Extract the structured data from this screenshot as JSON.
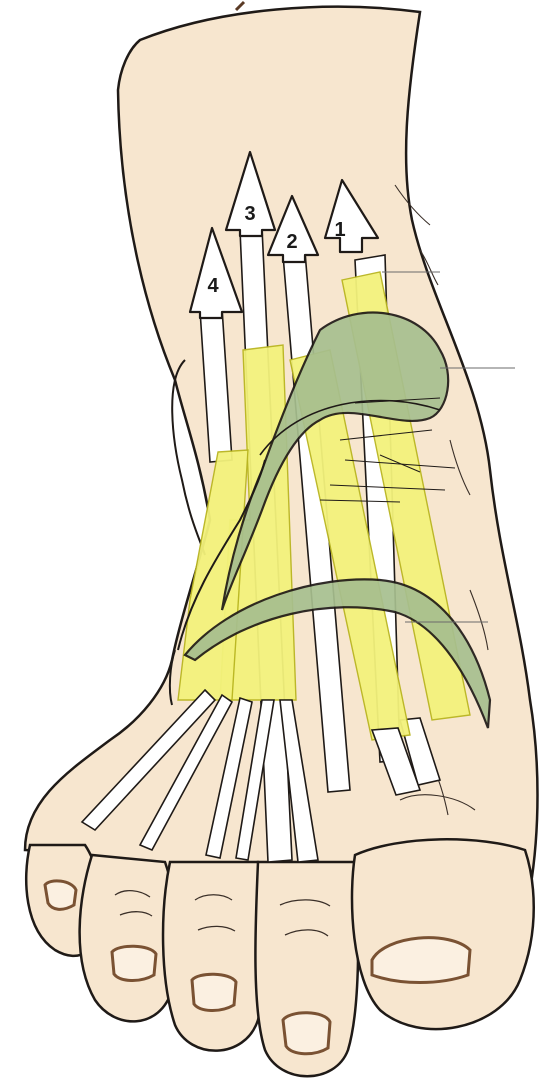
{
  "diagram": {
    "labels": [
      {
        "id": "1",
        "text": "1"
      },
      {
        "id": "2",
        "text": "2"
      },
      {
        "id": "3",
        "text": "3"
      },
      {
        "id": "4",
        "text": "4"
      }
    ]
  },
  "colors": {
    "skin": "#f7e6cf",
    "outline": "#1f1a17",
    "tendon_sheath": "#f3f27c",
    "retinaculum": "#a7bf8f",
    "tendon": "#ffffff",
    "nail": "#7a5233"
  }
}
